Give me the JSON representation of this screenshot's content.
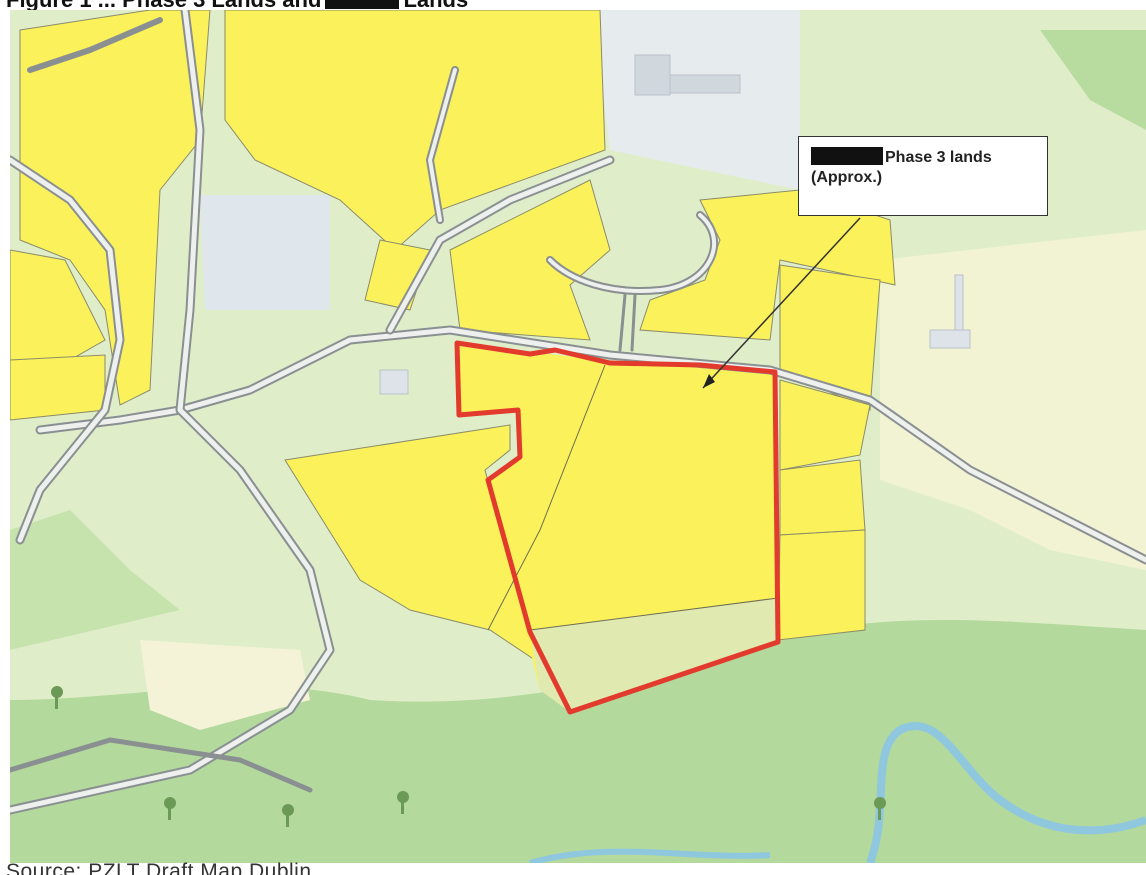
{
  "top_caption": {
    "prefix": "Figure 1 ... Phase 3 Lands and",
    "suffix": "Lands",
    "redacted": true
  },
  "callout": {
    "line1": "Phase 3 lands",
    "line2": "(Approx.)",
    "redacted_prefix": true
  },
  "bottom_caption": "Source: PZLT Draft Map Dublin",
  "legend_colors": {
    "zoned_land": "#fbf15a",
    "open_space": "#cde7b3",
    "woodland": "#b3d99c",
    "site_boundary": "#e23a2c",
    "river": "#8fc7df",
    "road": "#8a8f92",
    "building_area": "#e1e7ec"
  },
  "icons": [
    "tree-icon",
    "arrow-icon"
  ]
}
